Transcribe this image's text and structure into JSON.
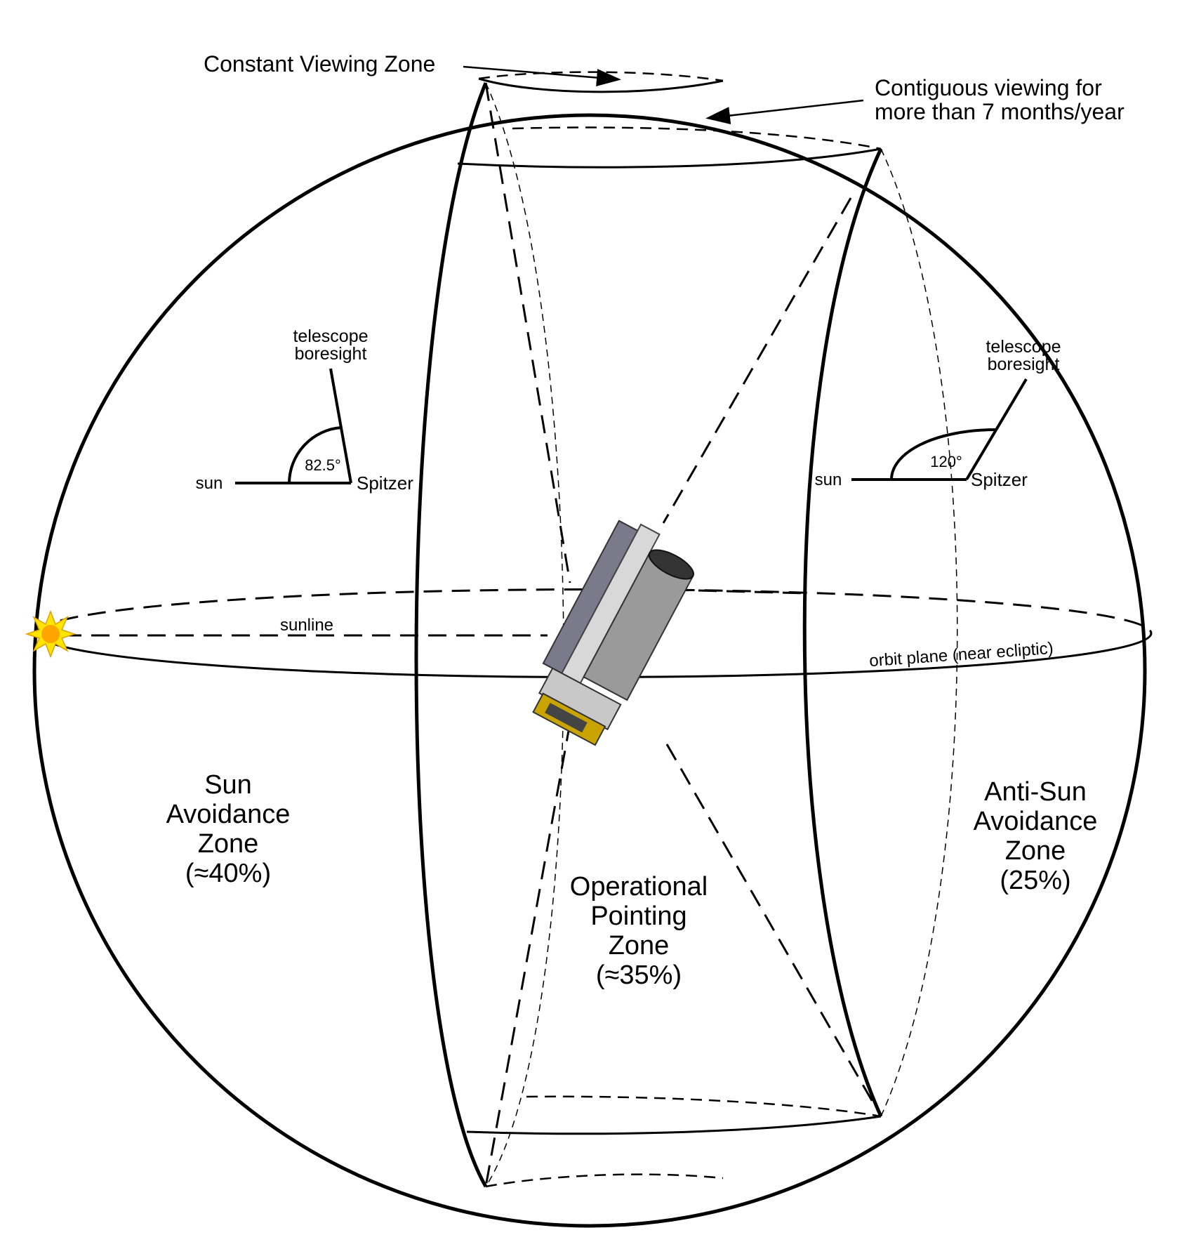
{
  "labels": {
    "constant_viewing_zone": "Constant Viewing Zone",
    "contiguous_line1": "Contiguous viewing for",
    "contiguous_line2": "more than 7 months/year",
    "telescope": "telescope",
    "boresight": "boresight",
    "sun": "sun",
    "spitzer": "Spitzer",
    "angle_left": "82.5°",
    "angle_right": "120°",
    "sunline": "sunline",
    "orbit_plane": "orbit plane (near ecliptic)"
  },
  "zones": {
    "sun_avoidance": [
      "Sun",
      "Avoidance",
      "Zone",
      "(≈40%)"
    ],
    "operational": [
      "Operational",
      "Pointing",
      "Zone",
      "(≈35%)"
    ],
    "anti_sun": [
      "Anti-Sun",
      "Avoidance",
      "Zone",
      "(25%)"
    ]
  },
  "colors": {
    "ink": "#000000",
    "sun_fill": "#ffe600",
    "sun_core": "#ffa500"
  }
}
